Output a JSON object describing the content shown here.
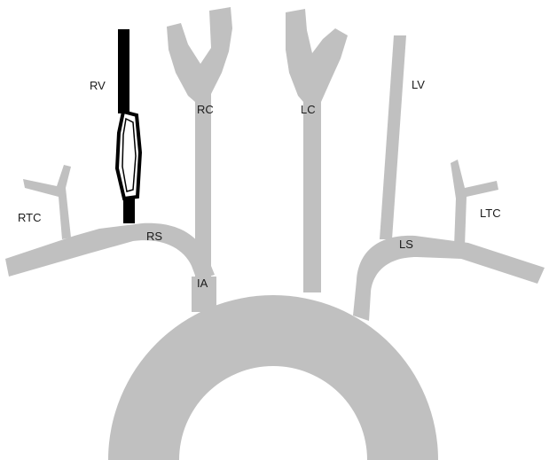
{
  "colors": {
    "vessel": "#c0c0c0",
    "highlighted_vessel": "#000000",
    "background": "#ffffff",
    "label": "#1a1a1a"
  },
  "labels": {
    "rv": "RV",
    "rc": "RC",
    "lc": "LC",
    "lv": "LV",
    "rtc": "RTC",
    "ltc": "LTC",
    "rs": "RS",
    "ls": "LS",
    "ia": "IA"
  }
}
